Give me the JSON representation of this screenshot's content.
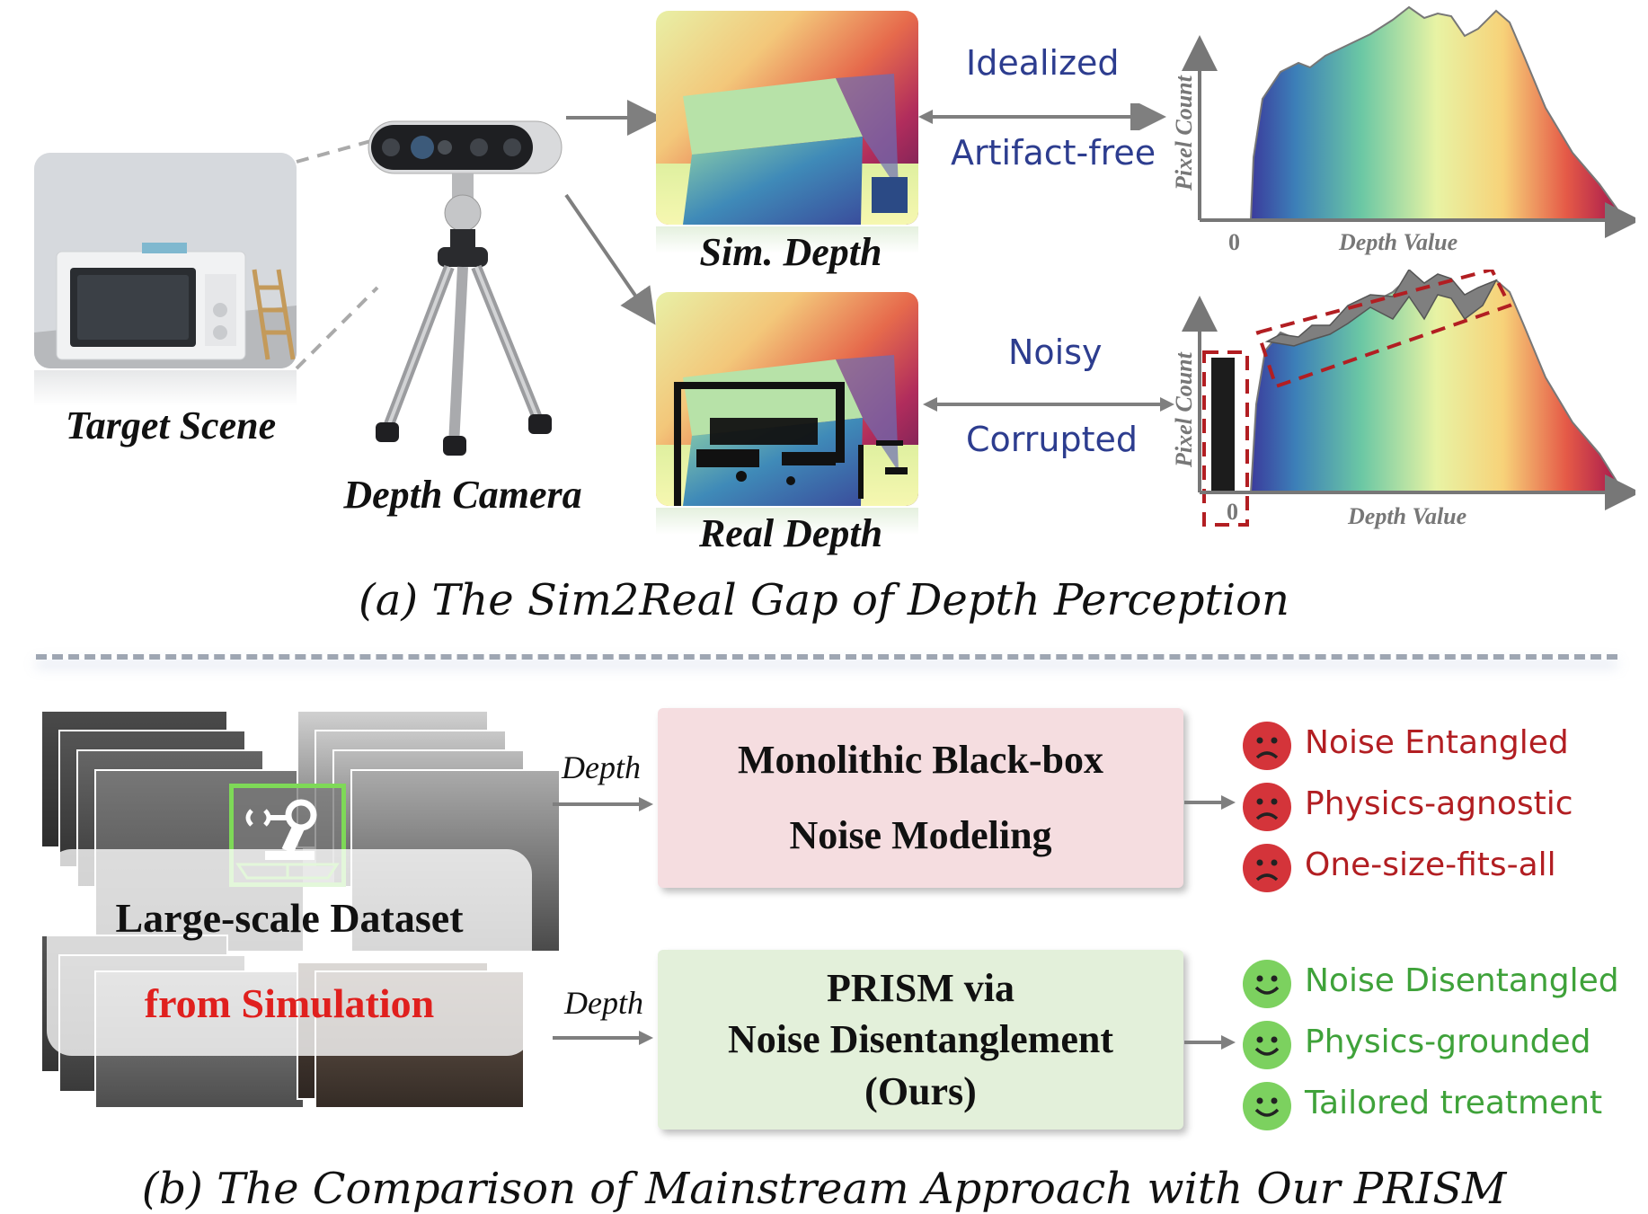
{
  "top": {
    "target_scene_label": "Target Scene",
    "depth_camera_label": "Depth Camera",
    "sim_depth_label": "Sim. Depth",
    "real_depth_label": "Real Depth",
    "sim_props": [
      "Idealized",
      "Artifact-free"
    ],
    "real_props": [
      "Noisy",
      "Corrupted"
    ],
    "hist_top": {
      "ylabel": "Pixel Count",
      "xlabel": "Depth Value",
      "zero": "0"
    },
    "hist_bottom": {
      "ylabel": "Pixel Count",
      "xlabel": "Depth Value",
      "zero": "0"
    },
    "caption": "(a) The Sim2Real Gap of Depth Perception"
  },
  "bottom": {
    "dataset_line1": "Large-scale Dataset",
    "dataset_line2": "from Simulation",
    "depth_label": "Depth",
    "mono_box": [
      "Monolithic Black-box",
      "Noise Modeling"
    ],
    "prism_box": [
      "PRISM via",
      "Noise Disentanglement",
      "(Ours)"
    ],
    "negatives": [
      "Noise Entangled",
      "Physics-agnostic",
      "One-size-fits-all"
    ],
    "positives": [
      "Noise Disentangled",
      "Physics-grounded",
      "Tailored treatment"
    ],
    "caption": "(b) The Comparison of Mainstream Approach with Our PRISM"
  },
  "colors": {
    "negative": "#b21e22",
    "positive": "#3fa23a",
    "mono_bg": "#f5dde0",
    "prism_bg": "#e3f0da",
    "prop_text": "#2d3d8f",
    "outline_dashed": "#b21e22"
  }
}
